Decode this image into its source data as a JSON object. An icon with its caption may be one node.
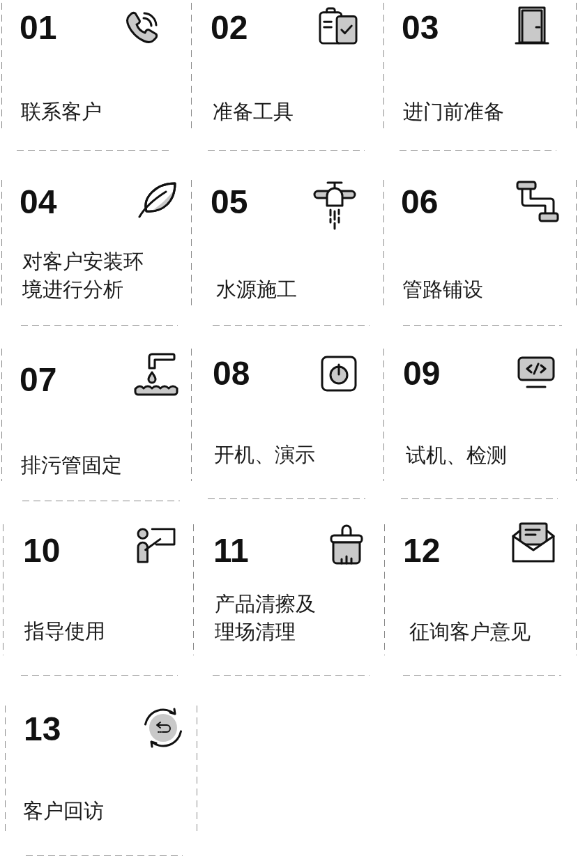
{
  "diagram": {
    "nodes": [
      {
        "text": [
          "01",
          "联系客户"
        ]
      },
      {
        "text": [
          "02",
          "准备工具"
        ]
      },
      {
        "text": [
          "03",
          "进门前准备"
        ]
      },
      {
        "text": [
          "04",
          "对客户安装环境进行分析"
        ]
      },
      {
        "text": [
          "05",
          "水源施工"
        ]
      },
      {
        "text": [
          "06",
          "管路铺设"
        ]
      },
      {
        "text": [
          "07",
          "排污管固定"
        ]
      },
      {
        "text": [
          "08",
          "开机、演示"
        ]
      },
      {
        "text": [
          "09",
          "试机、检测"
        ]
      },
      {
        "text": [
          "10",
          "指导使用"
        ]
      },
      {
        "text": [
          "11",
          "产品清擦及理场清理"
        ]
      },
      {
        "text": [
          "12",
          "征询客户意见"
        ]
      },
      {
        "text": [
          "13",
          "客户回访"
        ]
      }
    ]
  }
}
